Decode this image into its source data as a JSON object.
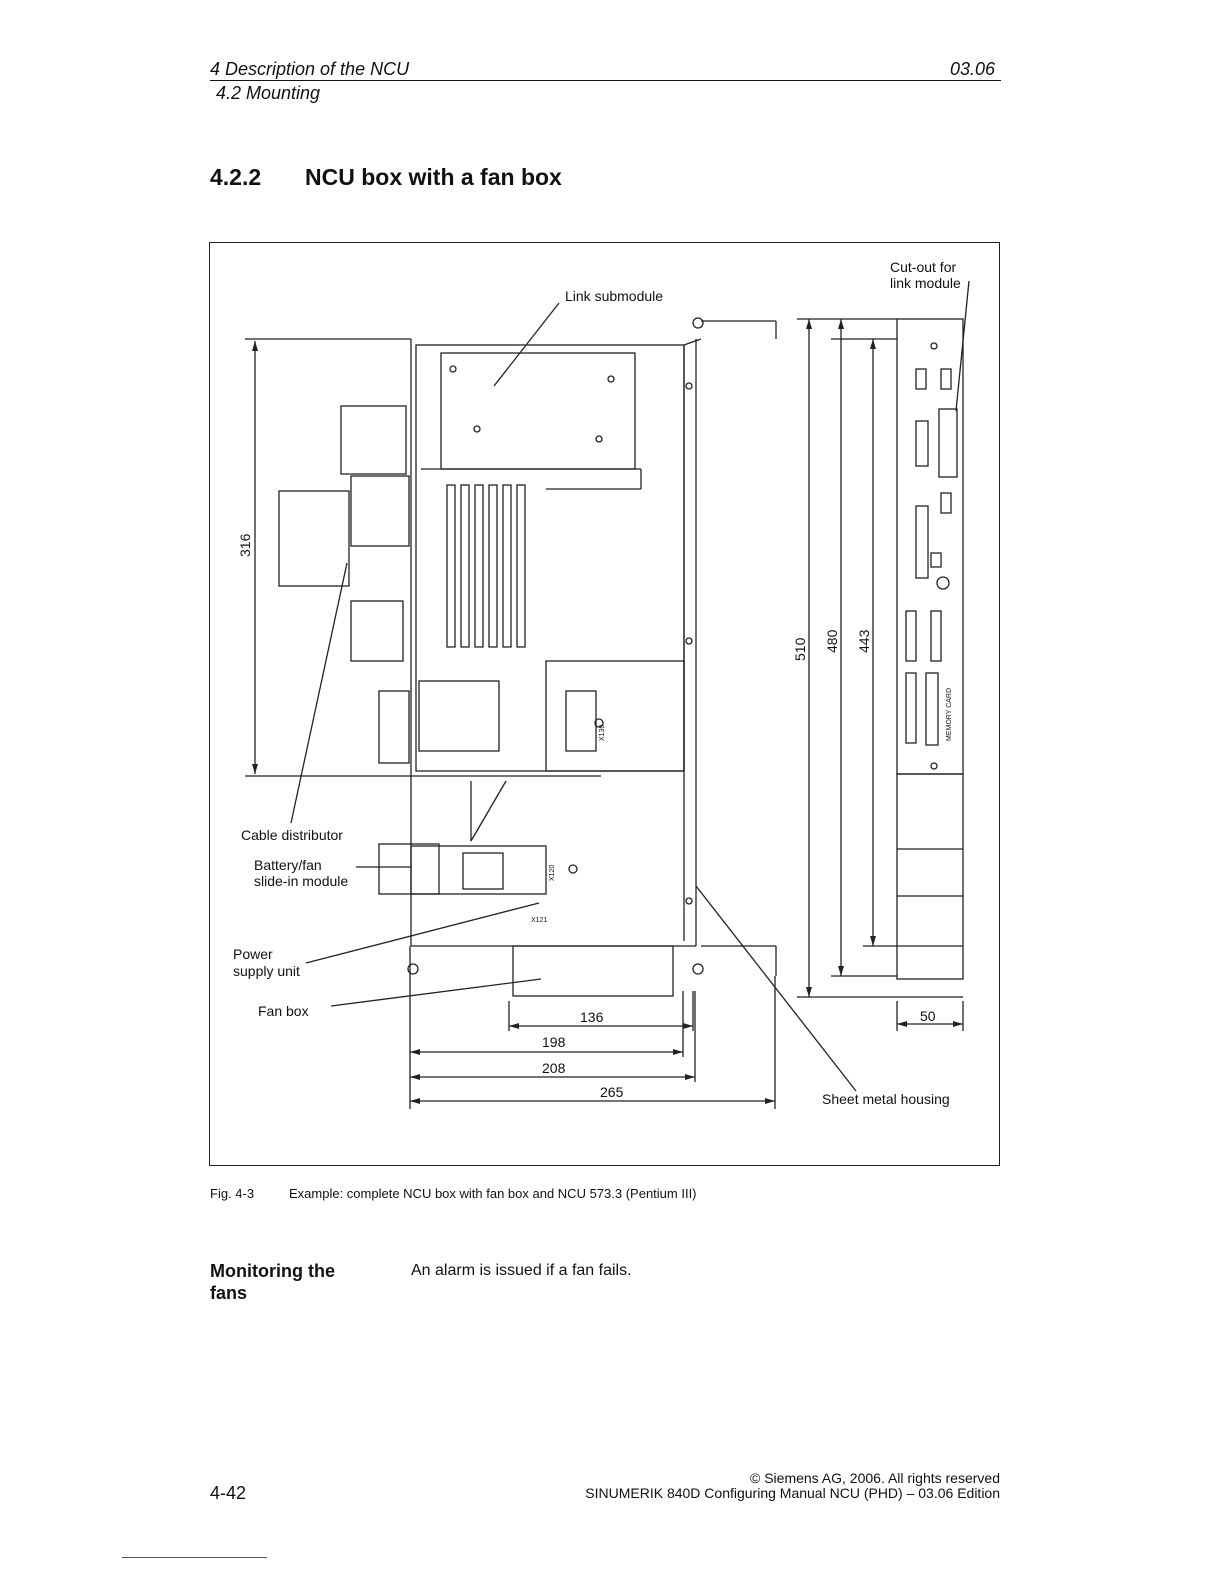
{
  "header": {
    "chapter": "4 Description of the NCU",
    "version": "03.06",
    "subsection": "4.2   Mounting"
  },
  "section": {
    "number": "4.2.2",
    "title": "NCU box with a fan box"
  },
  "figure": {
    "labels": {
      "link_submodule": "Link submodule",
      "cutout_line1": "Cut-out for",
      "cutout_line2": "link module",
      "cable_distributor": "Cable distributor",
      "battery_line1": "Battery/fan",
      "battery_line2": "slide-in module",
      "power_line1": "Power",
      "power_line2": "supply unit",
      "fan_box": "Fan box",
      "sheet_metal": "Sheet metal housing",
      "memory_card": "MEMORY CARD",
      "x120": "X120",
      "x121": "X121",
      "x130": "X130"
    },
    "dimensions": {
      "d316": "316",
      "d510": "510",
      "d480": "480",
      "d443": "443",
      "d136": "136",
      "d198": "198",
      "d208": "208",
      "d265": "265",
      "d50": "50"
    }
  },
  "caption": {
    "number": "Fig. 4-3",
    "text": "Example: complete NCU box with fan box and NCU 573.3 (Pentium III)"
  },
  "monitoring": {
    "heading": "Monitoring the fans",
    "text": "An alarm is issued if a fan fails."
  },
  "footer": {
    "page": "4-42",
    "copyright": "© Siemens AG, 2006. All rights reserved",
    "manual": "SINUMERIK 840D Configuring Manual NCU (PHD) – 03.06 Edition"
  }
}
